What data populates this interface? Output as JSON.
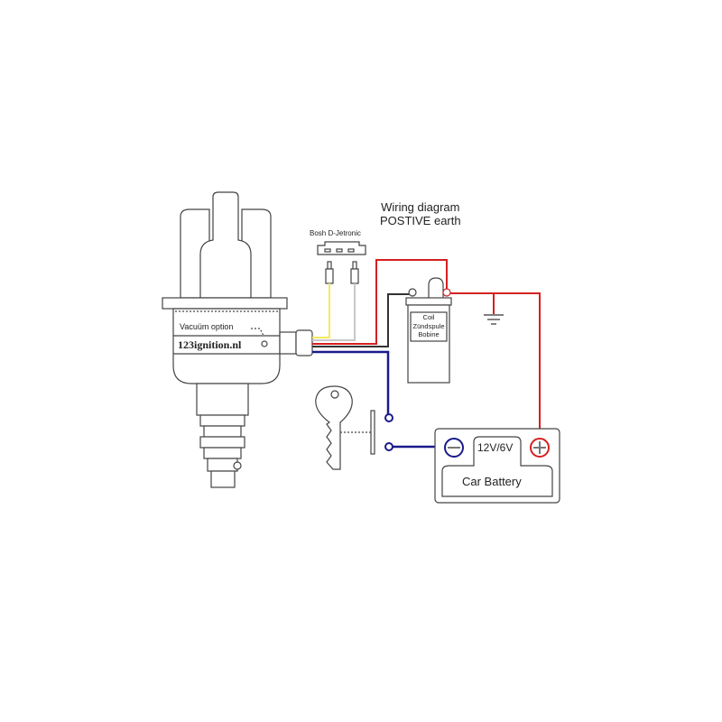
{
  "title_line1": "Wiring diagram",
  "title_line2": "POSTIVE earth",
  "connector_label": "Bosh D-Jetronic",
  "vacuum_label": "Vacuüm option",
  "brand_label": "123ignition.nl",
  "coil_labels": [
    "Coil",
    "Zündspule",
    "Bobine"
  ],
  "battery_voltage": "12V/6V",
  "battery_label": "Car Battery",
  "colors": {
    "red": "#d42020",
    "blue": "#1a1a8c",
    "yellow": "#f2ea60",
    "gray": "#c8c8c8",
    "black": "#333333"
  }
}
